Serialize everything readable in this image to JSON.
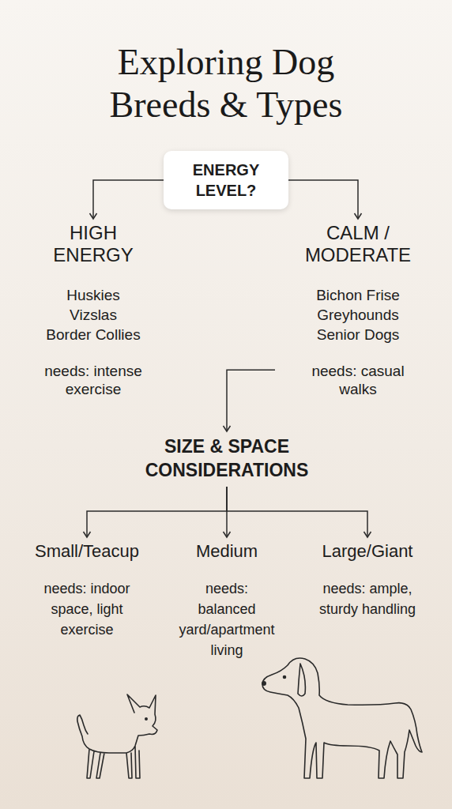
{
  "diagram": {
    "title": "Exploring Dog Breeds & Types",
    "nodes": [
      {
        "text": [
          "ENERGY LEVEL?"
        ]
      },
      {
        "text": [
          "HIGH ENERGY",
          "Huskies",
          "Vizslas",
          "Border Collies",
          "needs: intense exercise"
        ]
      },
      {
        "text": [
          "CALM / MODERATE",
          "Bichon Frise",
          "Greyhounds",
          "Senior Dogs",
          "needs: casual walks"
        ]
      },
      {
        "text": [
          "SIZE & SPACE CONSIDERATIONS"
        ]
      },
      {
        "text": [
          "Small/Teacup",
          "needs: indoor space, light exercise"
        ]
      },
      {
        "text": [
          "Medium",
          "needs: balanced yard/apartment living"
        ]
      },
      {
        "text": [
          "Large/Giant",
          "needs: ample, sturdy handling"
        ]
      }
    ],
    "edges": [
      {
        "from": 0,
        "to": 1,
        "arrow": "to"
      },
      {
        "from": 0,
        "to": 2,
        "arrow": "to"
      },
      {
        "from": 2,
        "to": 3,
        "arrow": "to"
      },
      {
        "from": 3,
        "to": 4,
        "arrow": "to"
      },
      {
        "from": 3,
        "to": 5,
        "arrow": "to"
      },
      {
        "from": 3,
        "to": 6,
        "arrow": "to"
      }
    ]
  }
}
